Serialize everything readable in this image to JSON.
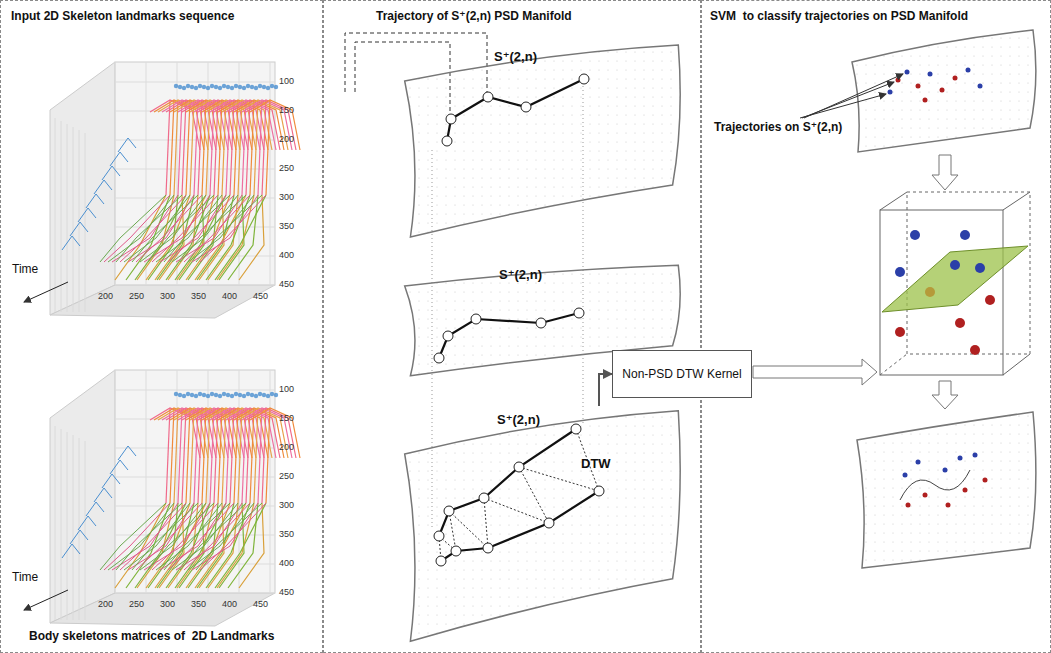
{
  "diagram": {
    "nodes": [
      {
        "text": [
          "Input 2D Skeleton landmarks sequence",
          "Body skeletons matrices of  2D Landmarks"
        ]
      },
      {
        "text": [
          "Trajectory of S⁺(2,n) PSD Manifold"
        ]
      },
      {
        "text": [
          "SVM  to classify trajectories on PSD Manifold"
        ]
      },
      {
        "text": [
          "S⁺(2,n)"
        ],
        "in": 1
      },
      {
        "text": [
          "S⁺(2,n)"
        ],
        "in": 1
      },
      {
        "text": [
          "S⁺(2,n)",
          "DTW"
        ],
        "in": 1
      },
      {
        "text": [
          "Non-PSD DTW Kernel"
        ]
      }
    ],
    "edges": [
      {
        "from": 5,
        "to": 6,
        "arrow": "to"
      }
    ],
    "labels": [
      "Time",
      "100",
      "150",
      "200",
      "250",
      "300",
      "350",
      "400",
      "450",
      "200",
      "250",
      "300",
      "350",
      "400",
      "450",
      "Time",
      "100",
      "150",
      "200",
      "250",
      "300",
      "350",
      "400",
      "450",
      "200",
      "250",
      "300",
      "350",
      "400",
      "450",
      "Trajectories on S⁺(2,n)"
    ]
  }
}
